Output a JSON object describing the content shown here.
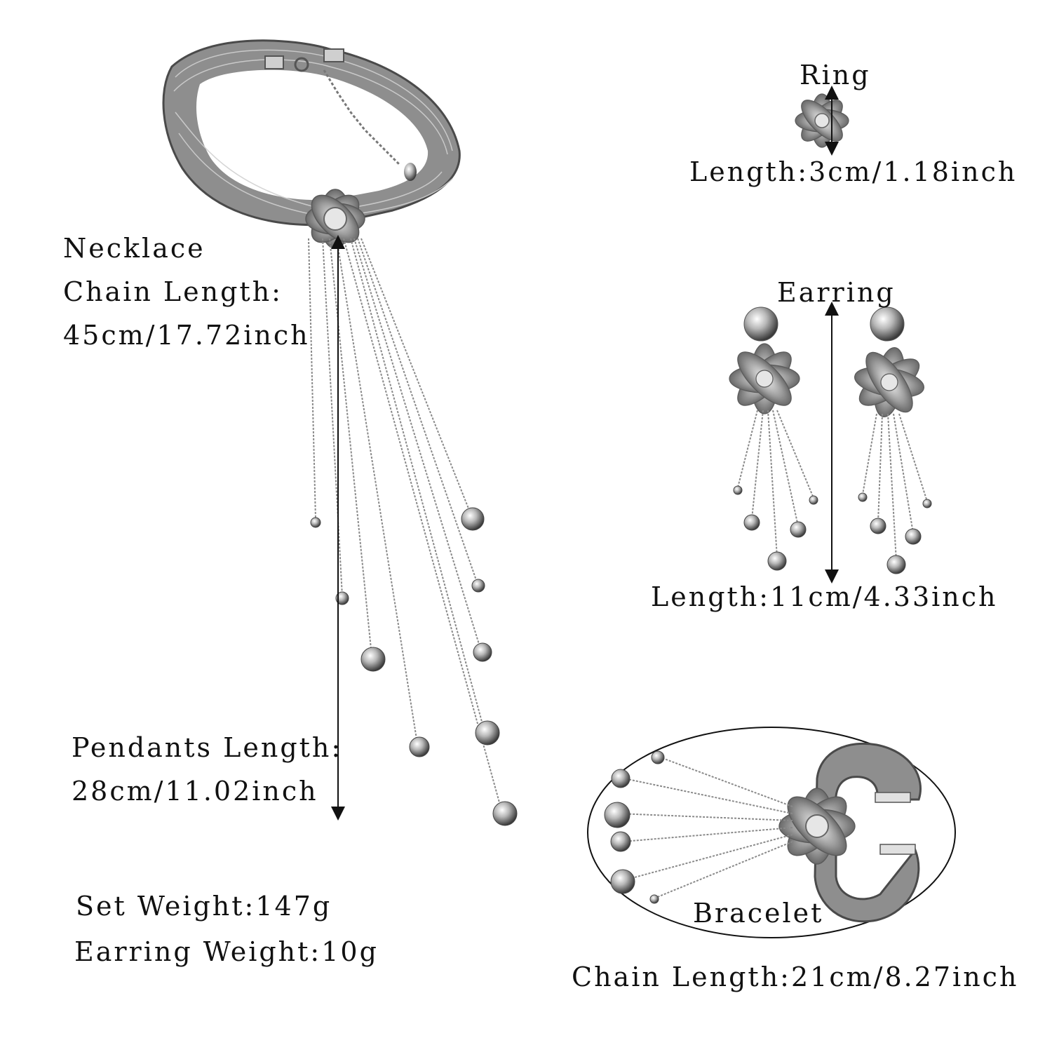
{
  "ring": {
    "title": "Ring",
    "length": "Length:3cm/1.18inch"
  },
  "earring": {
    "title": "Earring",
    "length": "Length:11cm/4.33inch"
  },
  "necklace": {
    "title": "Necklace",
    "chain_label": "Chain  Length:",
    "chain_value": "45cm/17.72inch",
    "pendants_label": "Pendants  Length:",
    "pendants_value": "28cm/11.02inch"
  },
  "set_info": {
    "set_weight": "Set  Weight:147g",
    "earring_weight": "Earring  Weight:10g"
  },
  "bracelet": {
    "title": "Bracelet",
    "chain_length": "Chain  Length:21cm/8.27inch"
  },
  "colors": {
    "metal": "#8e8e8e",
    "metal_dark": "#4a4a4a",
    "metal_light": "#d2d2d2",
    "line": "#111111"
  }
}
